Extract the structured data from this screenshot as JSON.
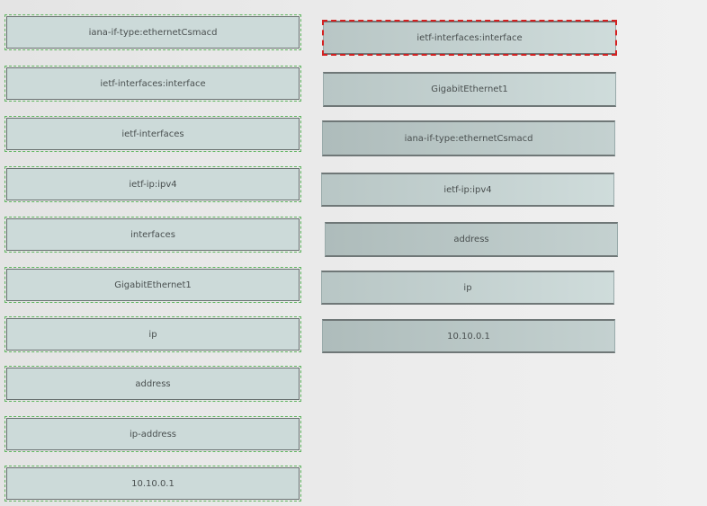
{
  "source_items": [
    "iana-if-type:ethernetCsmacd",
    "ietf-interfaces:interface",
    "ietf-interfaces",
    "ietf-ip:ipv4",
    "interfaces",
    "GigabitEthernet1",
    "ip",
    "address",
    "ip-address",
    "10.10.0.1"
  ],
  "target_items": [
    "ietf-interfaces:interface",
    "GigabitEthernet1",
    "iana-if-type:ethernetCsmacd",
    "ietf-ip:ipv4",
    "address",
    "ip",
    "10.10.0.1"
  ],
  "colors": {
    "source_border": "#5fb55f",
    "selected_border": "#d42020"
  }
}
